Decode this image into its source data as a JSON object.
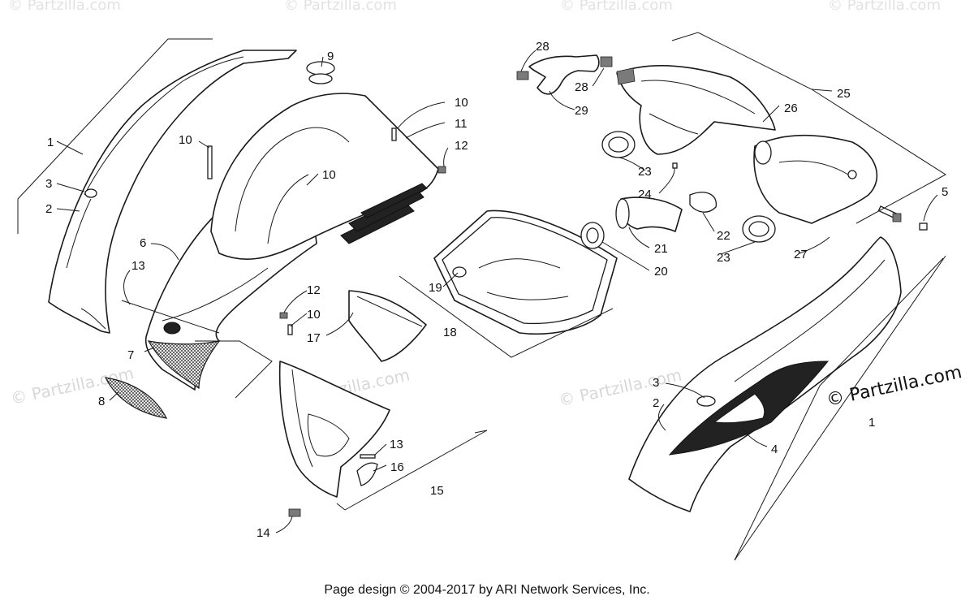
{
  "footer": {
    "text": "Page design © 2004-2017 by ARI Network Services, Inc."
  },
  "brand_watermark": {
    "text": "© Partzilla.com"
  },
  "faint_watermark": {
    "text": "© Partzilla.com"
  },
  "callouts": [
    {
      "id": "c1-left",
      "label": "1"
    },
    {
      "id": "c3-left",
      "label": "3"
    },
    {
      "id": "c2-left",
      "label": "2"
    },
    {
      "id": "c6",
      "label": "6"
    },
    {
      "id": "c13-left",
      "label": "13"
    },
    {
      "id": "c7",
      "label": "7"
    },
    {
      "id": "c8",
      "label": "8"
    },
    {
      "id": "c9",
      "label": "9"
    },
    {
      "id": "c10-a",
      "label": "10"
    },
    {
      "id": "c10-b",
      "label": "10"
    },
    {
      "id": "c10-c",
      "label": "10"
    },
    {
      "id": "c11",
      "label": "11"
    },
    {
      "id": "c12-top",
      "label": "12"
    },
    {
      "id": "c12-mid",
      "label": "12"
    },
    {
      "id": "c10-d",
      "label": "10"
    },
    {
      "id": "c17",
      "label": "17"
    },
    {
      "id": "c13-bottom",
      "label": "13"
    },
    {
      "id": "c16",
      "label": "16"
    },
    {
      "id": "c15",
      "label": "15"
    },
    {
      "id": "c14",
      "label": "14"
    },
    {
      "id": "c18",
      "label": "18"
    },
    {
      "id": "c19",
      "label": "19"
    },
    {
      "id": "c20",
      "label": "20"
    },
    {
      "id": "c21",
      "label": "21"
    },
    {
      "id": "c22",
      "label": "22"
    },
    {
      "id": "c23-a",
      "label": "23"
    },
    {
      "id": "c23-b",
      "label": "23"
    },
    {
      "id": "c24",
      "label": "24"
    },
    {
      "id": "c25",
      "label": "25"
    },
    {
      "id": "c26",
      "label": "26"
    },
    {
      "id": "c27",
      "label": "27"
    },
    {
      "id": "c28-a",
      "label": "28"
    },
    {
      "id": "c28-b",
      "label": "28"
    },
    {
      "id": "c29",
      "label": "29"
    },
    {
      "id": "c5",
      "label": "5"
    },
    {
      "id": "c3-right",
      "label": "3"
    },
    {
      "id": "c2-right",
      "label": "2"
    },
    {
      "id": "c4",
      "label": "4"
    },
    {
      "id": "c1-right",
      "label": "1"
    }
  ]
}
